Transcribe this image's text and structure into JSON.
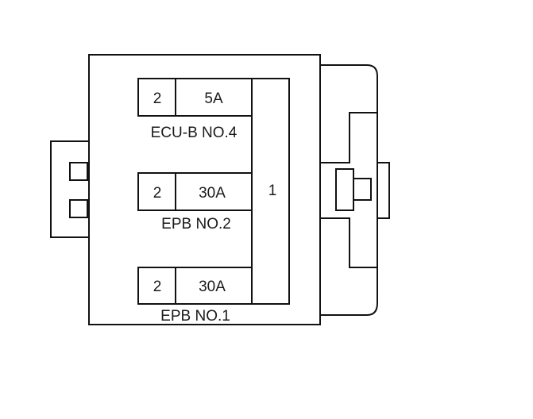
{
  "fuses": [
    {
      "pin": "2",
      "rating": "5A",
      "name": "ECU-B NO.4"
    },
    {
      "pin": "2",
      "rating": "30A",
      "name": "EPB NO.2"
    },
    {
      "pin": "2",
      "rating": "30A",
      "name": "EPB NO.1"
    }
  ],
  "common_pin": "1",
  "colors": {
    "line": "#111111",
    "text": "#1a1a1a",
    "background": "#ffffff"
  }
}
